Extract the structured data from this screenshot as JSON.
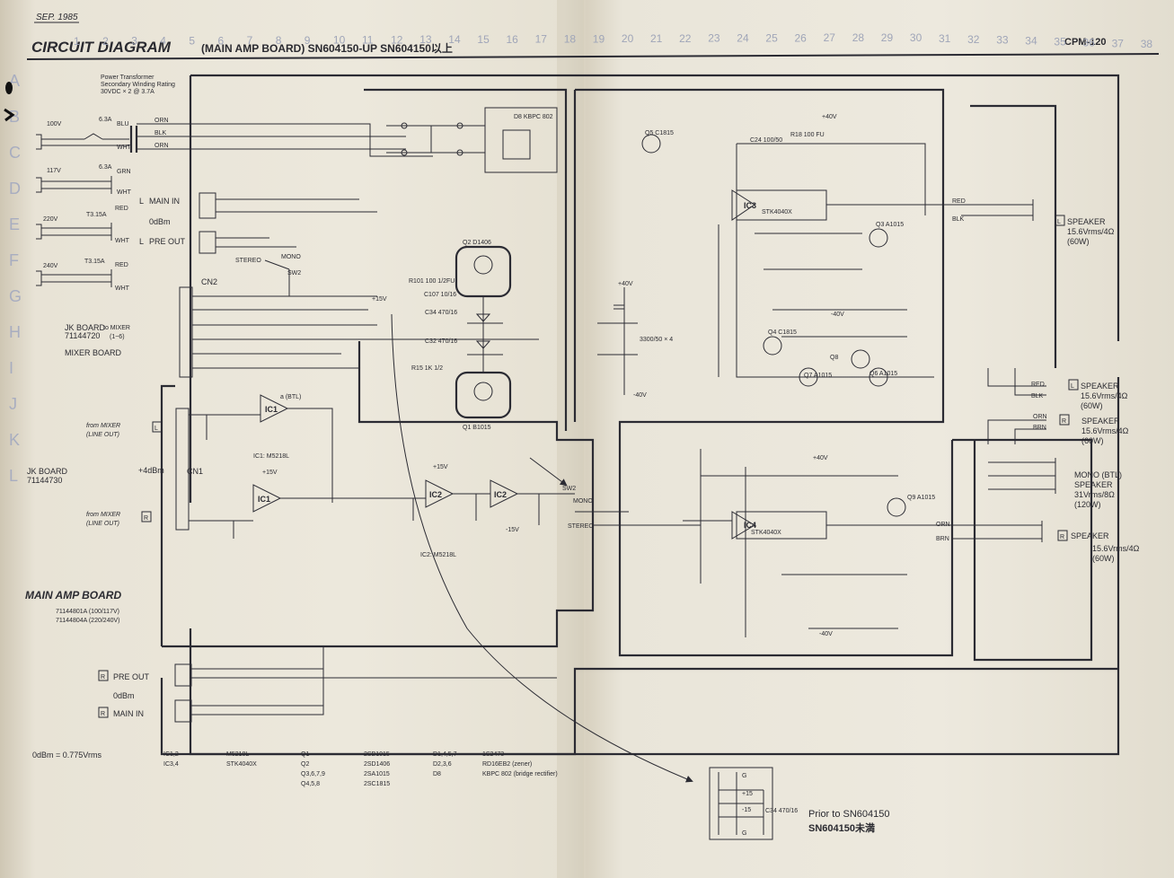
{
  "header": {
    "date": "SEP. 1985",
    "title": "CIRCUIT DIAGRAM",
    "subtitle": "(MAIN AMP BOARD) SN604150-UP SN604150以上",
    "model": "CPM-120"
  },
  "column_numbers": [
    "1",
    "2",
    "3",
    "4",
    "5",
    "6",
    "7",
    "8",
    "9",
    "10",
    "11",
    "12",
    "13",
    "14",
    "15",
    "16",
    "17",
    "18",
    "19",
    "20",
    "21",
    "22",
    "23",
    "24",
    "25",
    "26",
    "27",
    "28",
    "29",
    "30",
    "31",
    "32",
    "33",
    "34",
    "35",
    "36",
    "37",
    "38"
  ],
  "row_letters": [
    "A",
    "B",
    "C",
    "D",
    "E",
    "F",
    "G",
    "H",
    "I",
    "J",
    "K",
    "L"
  ],
  "transformer": {
    "note1": "Power Transformer",
    "note2": "Secondary Winding Rating",
    "note3": "30VDC × 2 @ 3.7A",
    "inputs": [
      {
        "voltage": "100V",
        "fuse": "6.3A",
        "wires": [
          "BLU",
          "WHT"
        ]
      },
      {
        "voltage": "117V",
        "fuse": "6.3A",
        "wires": [
          "GRN",
          "WHT"
        ]
      },
      {
        "voltage": "220V",
        "fuse": "T3.15A",
        "wires": [
          "RED",
          "WHT"
        ]
      },
      {
        "voltage": "240V",
        "fuse": "T3.15A",
        "wires": [
          "RED",
          "WHT"
        ]
      }
    ],
    "secondary_wires": [
      "ORN",
      "BLK",
      "ORN"
    ]
  },
  "io_labels": {
    "main_in_l": "MAIN IN",
    "odbm_top": "0dBm",
    "pre_out_l": "PRE OUT",
    "mono": "MONO",
    "stereo": "STEREO",
    "sw2": "SW2",
    "cn2": "CN2",
    "cn1": "CN1",
    "jk_board_1": "JK BOARD",
    "jk_board_1_no": "71144720",
    "to_mixer": "to MIXER",
    "to_mixer_range": "(1~6)",
    "mixer_board": "MIXER BOARD",
    "from_mixer_l": "from MIXER",
    "line_out": "(LINE OUT)",
    "jk_board_2": "JK BOARD",
    "jk_board_2_no": "71144730",
    "plus4dbm": "+4dBm",
    "from_mixer_r": "from MIXER",
    "line_out_r": "(LINE OUT)",
    "l_marker": "L",
    "r_marker": "R",
    "pre_out_r": "PRE OUT",
    "odbm_bottom": "0dBm",
    "main_in_r": "MAIN IN"
  },
  "components": {
    "ic1_label": "IC1",
    "ic1_type": "IC1: M5218L",
    "ic1a": "a (BTL)",
    "ic2_label": "IC2",
    "ic2_type": "IC2: M5218L",
    "ic3_label": "IC3",
    "ic3_type": "STK4040X",
    "ic4_label": "IC4",
    "ic4_type": "STK4040X",
    "q1": "Q1 B1015",
    "q2": "Q2 D1406",
    "d8": "D8 KBPC 802",
    "caps": "3300/50 × 4",
    "rail_p40": "+40V",
    "rail_m40": "-40V",
    "rail_p15": "+15V",
    "rail_m15": "-15V",
    "r101": "R101 100 1/2FU",
    "c107": "C107 10/16",
    "c34": "C34 470/16",
    "c32": "C32 470/16",
    "r15": "R15 1K 1/2",
    "r18": "R18 100 FU",
    "c24": "C24 100/50",
    "q3": "Q3 A1015",
    "q4": "Q4 C1815",
    "q5": "Q5 C1815",
    "q6": "Q6 A1015",
    "q7": "Q7 A1015",
    "q8": "Q8",
    "q9": "Q9 A1015"
  },
  "speakers": {
    "sp1_label": "SPEAKER",
    "sp1_spec": "15.6Vrms/4Ω",
    "sp1_watt": "(60W)",
    "sp2_label": "SPEAKER",
    "sp2_spec": "15.6Vrms/4Ω",
    "sp2_watt": "(60W)",
    "sp3_label": "SPEAKER",
    "sp3_spec": "15.6Vrms/4Ω",
    "sp3_watt": "(60W)",
    "mono_label": "MONO (BTL)",
    "mono_sp": "SPEAKER",
    "mono_spec": "31Vrms/8Ω",
    "mono_watt": "(120W)",
    "sp4_label": "SPEAKER",
    "sp4_spec": "15.6Vrms/4Ω",
    "sp4_watt": "(60W)",
    "wire_red": "RED",
    "wire_blk": "BLK",
    "wire_orn": "ORN",
    "wire_brn": "BRN"
  },
  "board": {
    "name": "MAIN AMP BOARD",
    "part1": "71144801A (100/117V)",
    "part2": "71144804A (220/240V)",
    "odbm_note": "0dBm = 0.775Vrms"
  },
  "parts_list": [
    {
      "ref": "IC1,2",
      "part": "M5218L"
    },
    {
      "ref": "IC3,4",
      "part": "STK4040X"
    },
    {
      "ref": "Q1",
      "part": "2SB1015"
    },
    {
      "ref": "Q2",
      "part": "2SD1406"
    },
    {
      "ref": "Q3,6,7,9",
      "part": "2SA1015"
    },
    {
      "ref": "Q4,5,8",
      "part": "2SC1815"
    },
    {
      "ref": "D1,4,5,7",
      "part": "1S2473"
    },
    {
      "ref": "D2,3,6",
      "part": "RD16EB2 (zener)"
    },
    {
      "ref": "D8",
      "part": "KBPC 802 (bridge rectifier)"
    }
  ],
  "prior_note": {
    "line1": "Prior to SN604150",
    "line2": "SN604150未満",
    "c34": "C34 470/16"
  }
}
